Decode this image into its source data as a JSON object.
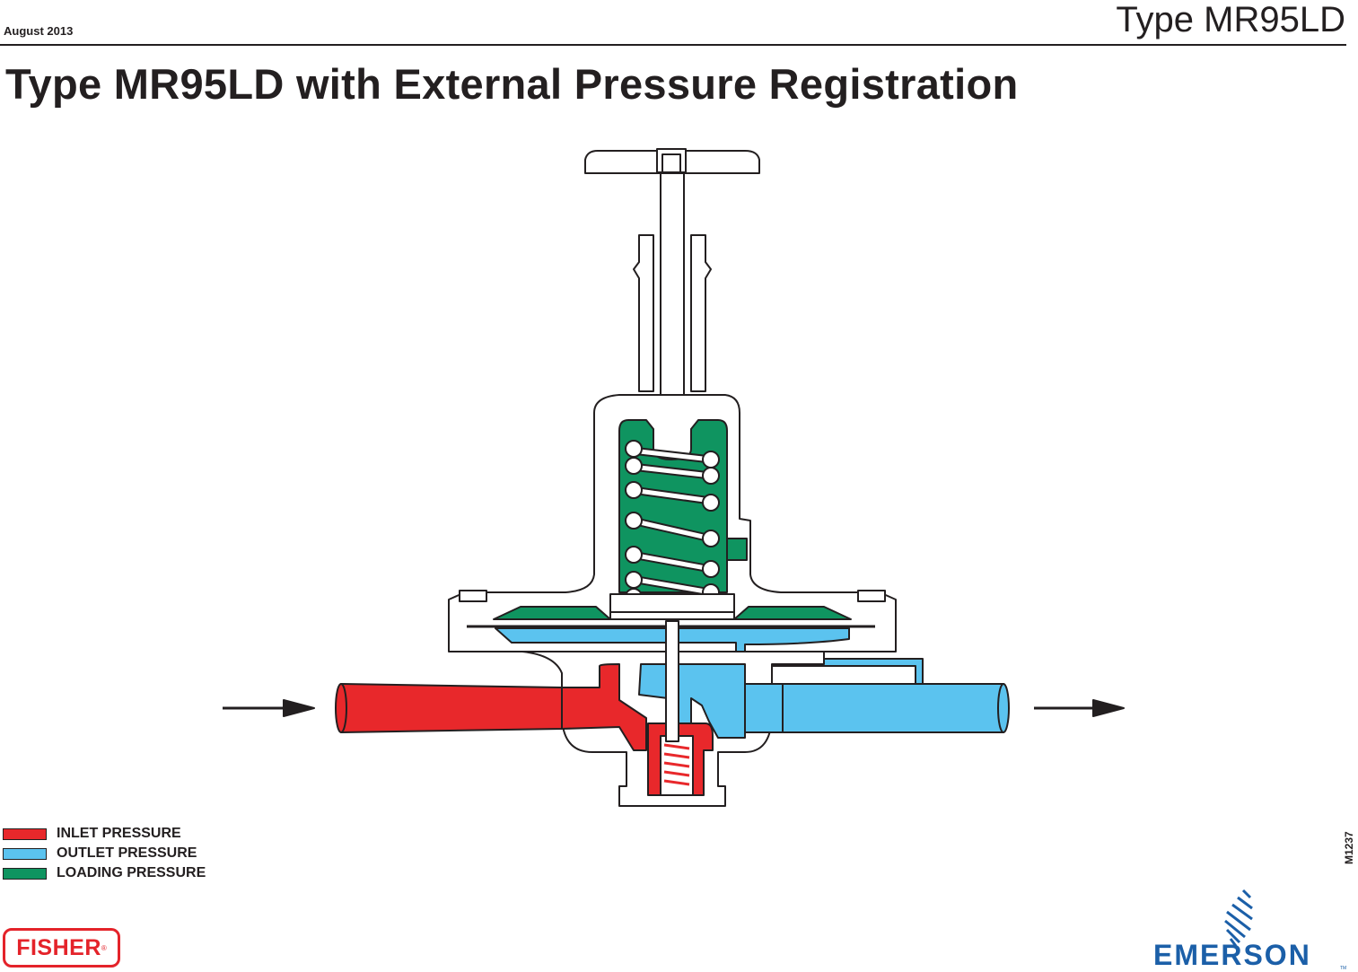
{
  "header": {
    "date": "August 2013",
    "type_label": "Type MR95LD"
  },
  "title": "Type MR95LD with External Pressure Registration",
  "legend": {
    "items": [
      {
        "label": "INLET PRESSURE",
        "color": "#e8282b"
      },
      {
        "label": "OUTLET PRESSURE",
        "color": "#5bc3ef"
      },
      {
        "label": "LOADING PRESSURE",
        "color": "#0f9460"
      }
    ]
  },
  "drawing_id": "M1237",
  "logos": {
    "fisher": "FISHER",
    "fisher_reg": "®",
    "emerson": "EMERSON",
    "emerson_tm": "TM"
  },
  "colors": {
    "inlet": "#e8282b",
    "outlet": "#5bc3ef",
    "loading": "#0f9460",
    "outline": "#231f20"
  }
}
